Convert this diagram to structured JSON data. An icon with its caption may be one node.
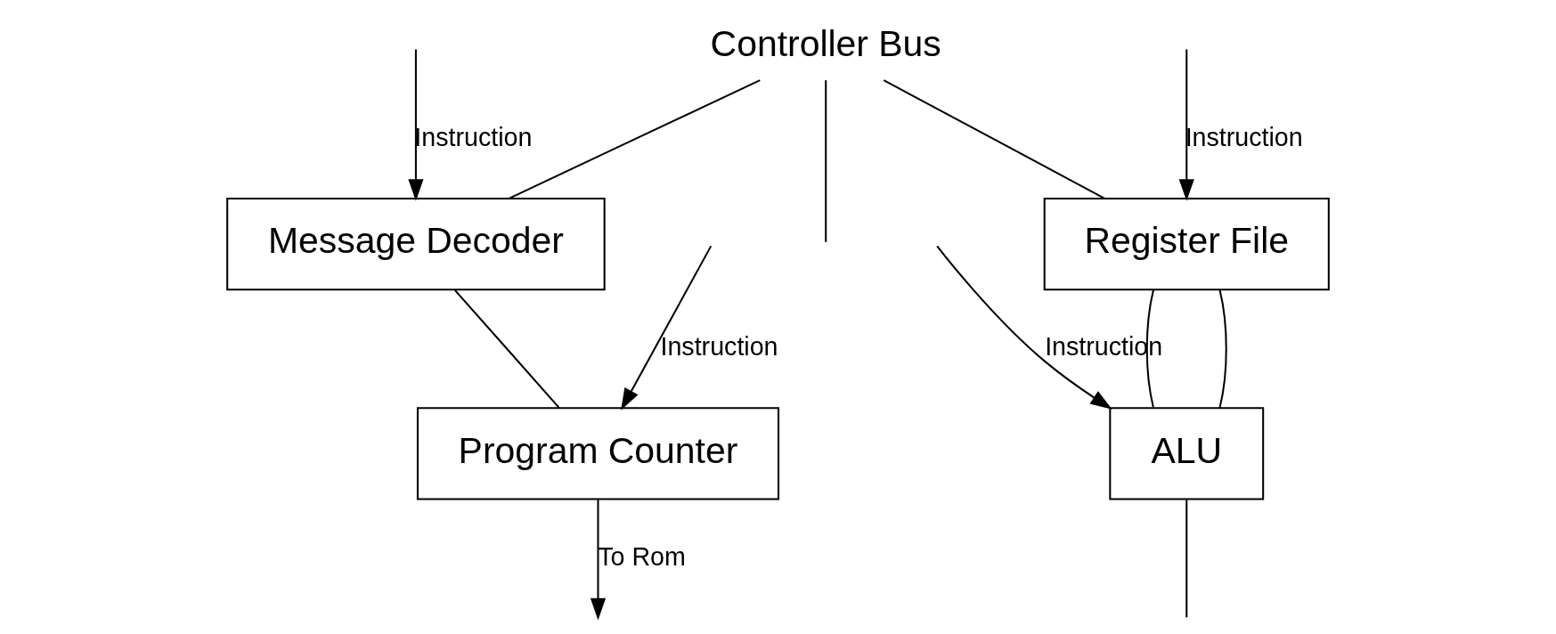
{
  "diagram": {
    "nodes": [
      {
        "text": [
          "Controller Bus"
        ]
      },
      {
        "text": [
          "Message Decoder"
        ]
      },
      {
        "text": [
          "Program Counter"
        ]
      },
      {
        "text": [
          "Register File"
        ]
      },
      {
        "text": [
          "ALU"
        ]
      }
    ],
    "edges": [
      {
        "from": 0,
        "to": 1,
        "arrow": "none"
      },
      {
        "from": 0,
        "to": 3,
        "arrow": "none"
      },
      {
        "from": 0,
        "to": null,
        "arrow": "none"
      },
      {
        "from": null,
        "to": 1,
        "arrow": "to",
        "label": "Instruction"
      },
      {
        "from": 1,
        "to": 2,
        "arrow": "none"
      },
      {
        "from": null,
        "to": 2,
        "arrow": "to",
        "label": "Instruction"
      },
      {
        "from": 2,
        "to": null,
        "arrow": "to",
        "label": "To Rom"
      },
      {
        "from": null,
        "to": 3,
        "arrow": "to",
        "label": "Instruction"
      },
      {
        "from": 3,
        "to": 4,
        "arrow": "none"
      },
      {
        "from": 3,
        "to": 4,
        "arrow": "none"
      },
      {
        "from": null,
        "to": 4,
        "arrow": "to",
        "label": "Instruction"
      },
      {
        "from": 4,
        "to": null,
        "arrow": "none"
      }
    ]
  }
}
